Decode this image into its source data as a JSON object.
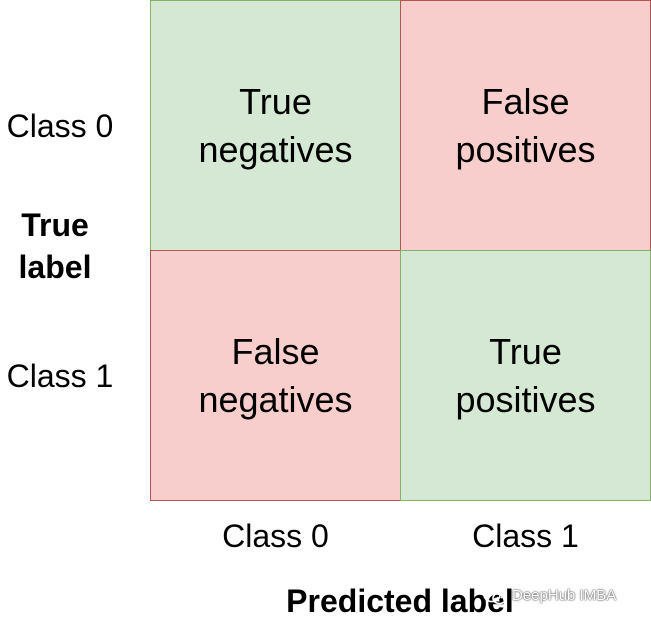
{
  "matrix": {
    "cells": {
      "tn": {
        "line1": "True",
        "line2": "negatives",
        "color": "#d5e8d4"
      },
      "fp": {
        "line1": "False",
        "line2": "positives",
        "color": "#f8cecc"
      },
      "fn": {
        "line1": "False",
        "line2": "negatives",
        "color": "#f8cecc"
      },
      "tp": {
        "line1": "True",
        "line2": "positives",
        "color": "#d5e8d4"
      }
    }
  },
  "rows": {
    "labels": [
      "Class 0",
      "Class 1"
    ],
    "title_line1": "True",
    "title_line2": "label"
  },
  "columns": {
    "labels": [
      "Class 0",
      "Class 1"
    ],
    "title": "Predicted label"
  },
  "watermark": {
    "text": "DeepHub IMBA",
    "icon": "wechat-icon"
  }
}
